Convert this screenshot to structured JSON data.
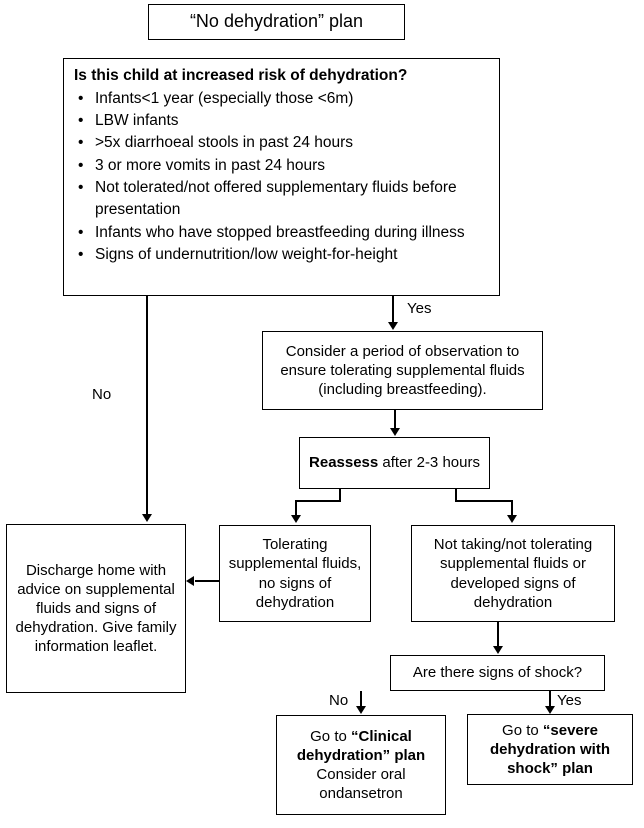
{
  "diagram": {
    "title": "“No dehydration” plan",
    "risk_question": {
      "heading": "Is this child at increased risk of dehydration?",
      "bullets": [
        "Infants<1 year (especially those <6m)",
        "LBW infants",
        ">5x diarrhoeal stools in past 24 hours",
        "3 or more vomits in past 24 hours",
        "Not tolerated/not offered supplementary fluids before presentation",
        "Infants who have stopped breastfeeding during illness",
        "Signs of undernutrition/low weight-for-height"
      ]
    },
    "nodes": {
      "observation": "Consider a period of observation to ensure tolerating supplemental fluids (including breastfeeding).",
      "reassess_bold": "Reassess",
      "reassess_rest": " after 2-3 hours",
      "discharge": "Discharge home with advice on supplemental fluids and signs of dehydration. Give family information leaflet.",
      "tolerating": "Tolerating supplemental fluids, no signs of dehydration",
      "not_taking": "Not taking/not tolerating supplemental fluids or developed signs of dehydration",
      "shock_question": "Are there signs of shock?",
      "clinical_plan_prefix": "Go to ",
      "clinical_plan_bold": "“Clinical dehydration” plan",
      "clinical_plan_extra": "Consider oral ondansetron",
      "severe_plan_prefix": "Go to ",
      "severe_plan_bold": "“severe dehydration with shock” plan"
    },
    "edge_labels": {
      "risk_yes": "Yes",
      "risk_no": "No",
      "shock_no": "No",
      "shock_yes": "Yes"
    },
    "colors": {
      "border": "#000000",
      "text": "#000000",
      "background": "#ffffff"
    }
  }
}
